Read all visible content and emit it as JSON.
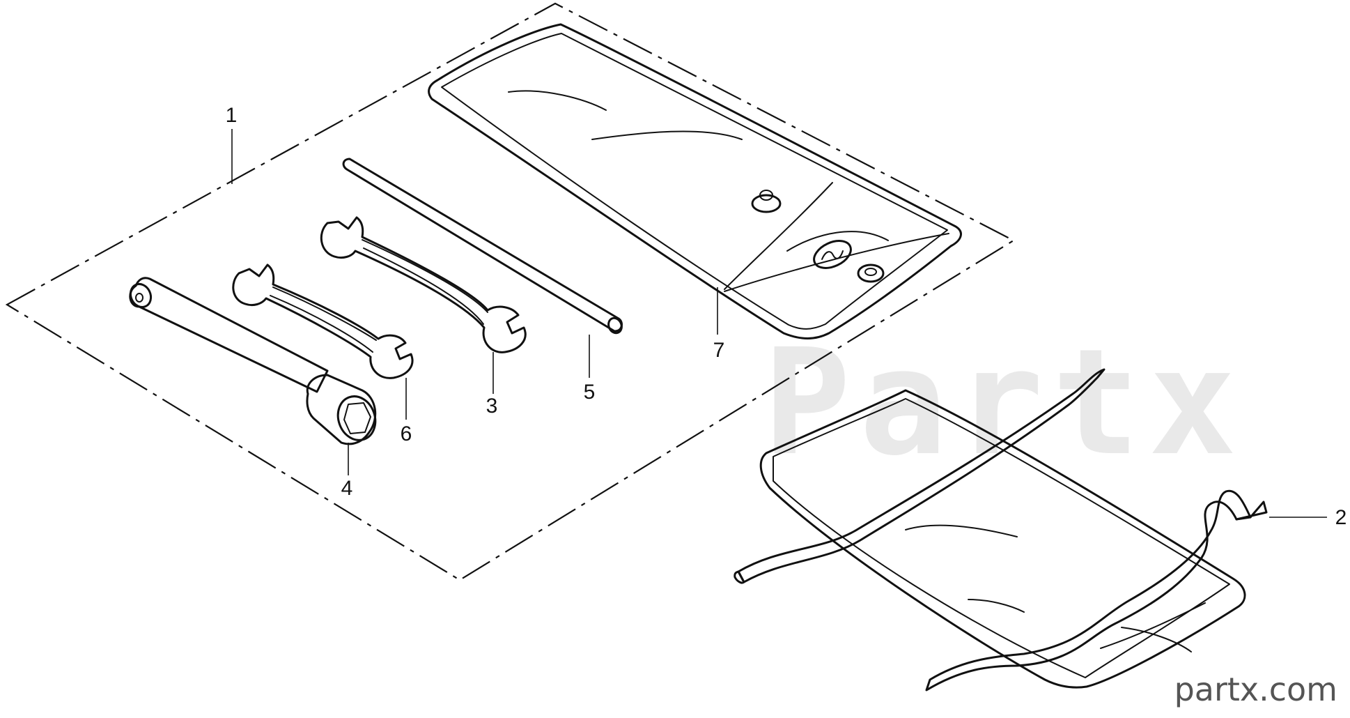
{
  "callouts": {
    "c1": "1",
    "c2": "2",
    "c3": "3",
    "c4": "4",
    "c5": "5",
    "c6": "6",
    "c7": "7"
  },
  "watermark": "Partx",
  "brand_url": "partx.com",
  "colors": {
    "ink": "#111111",
    "watermark": "#e9e9e9",
    "brand": "#555555",
    "background": "#ffffff"
  }
}
